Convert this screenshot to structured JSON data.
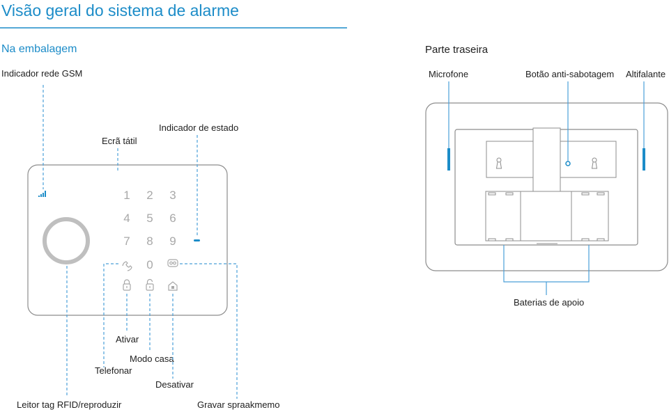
{
  "title": "Visão geral do sistema de alarme",
  "front": {
    "heading": "Na embalagem",
    "labels": {
      "gsm": "Indicador rede GSM",
      "touch": "Ecrã tátil",
      "status": "Indicador de estado",
      "arm": "Ativar",
      "home": "Modo casa",
      "call": "Telefonar",
      "disarm": "Desativar",
      "rfid": "Leitor tag RFID/reproduzir",
      "record": "Gravar spraakmemo"
    },
    "keypad": [
      "1",
      "2",
      "3",
      "4",
      "5",
      "6",
      "7",
      "8",
      "9",
      "0"
    ]
  },
  "back": {
    "heading": "Parte traseira",
    "labels": {
      "mic": "Microfone",
      "tamper": "Botão anti-sabotagem",
      "speaker": "Altifalante",
      "battery": "Baterias de apoio"
    }
  },
  "colors": {
    "accent": "#1c8cc8",
    "line": "#4a9fd8",
    "outline": "#8c8c8c",
    "key": "#a8a8a8"
  }
}
